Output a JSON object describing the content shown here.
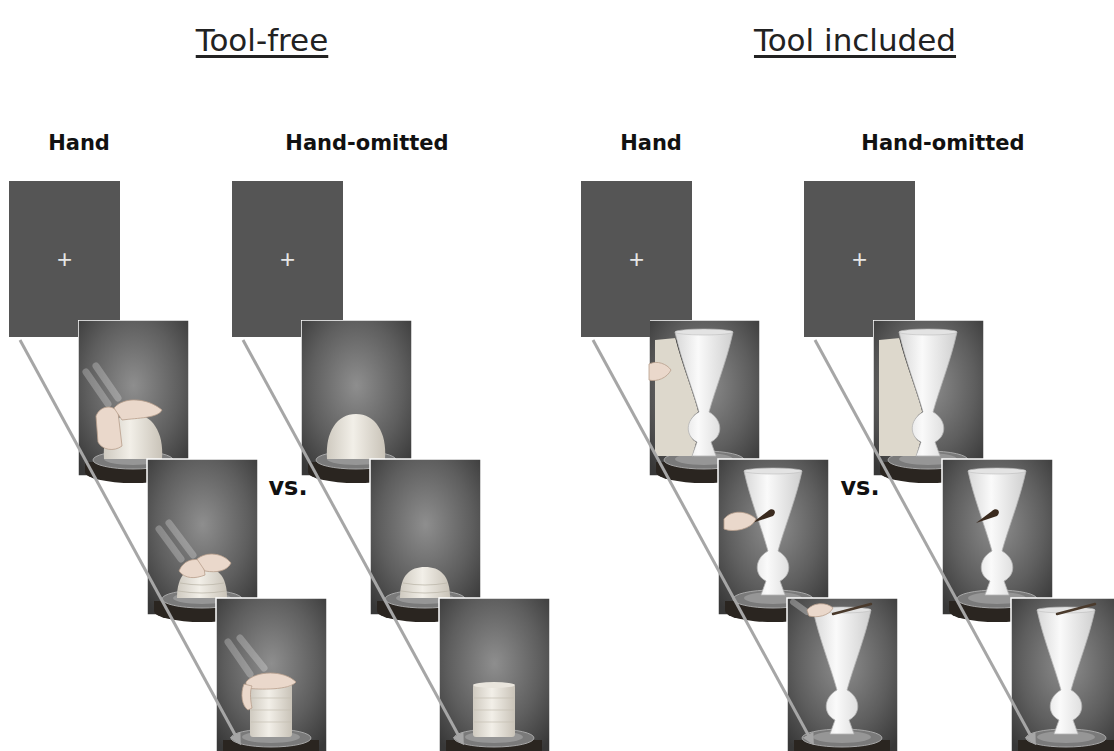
{
  "diagram": {
    "nodes": [
      {
        "text": [
          "+"
        ]
      },
      {
        "text": [
          "+"
        ]
      },
      {
        "text": [
          "+"
        ]
      },
      {
        "text": [
          "+"
        ]
      }
    ],
    "labels": [
      "Tool-free",
      "Tool included",
      "Hand",
      "Hand-omitted",
      "Hand",
      "Hand-omitted",
      "vs.",
      "vs."
    ]
  }
}
